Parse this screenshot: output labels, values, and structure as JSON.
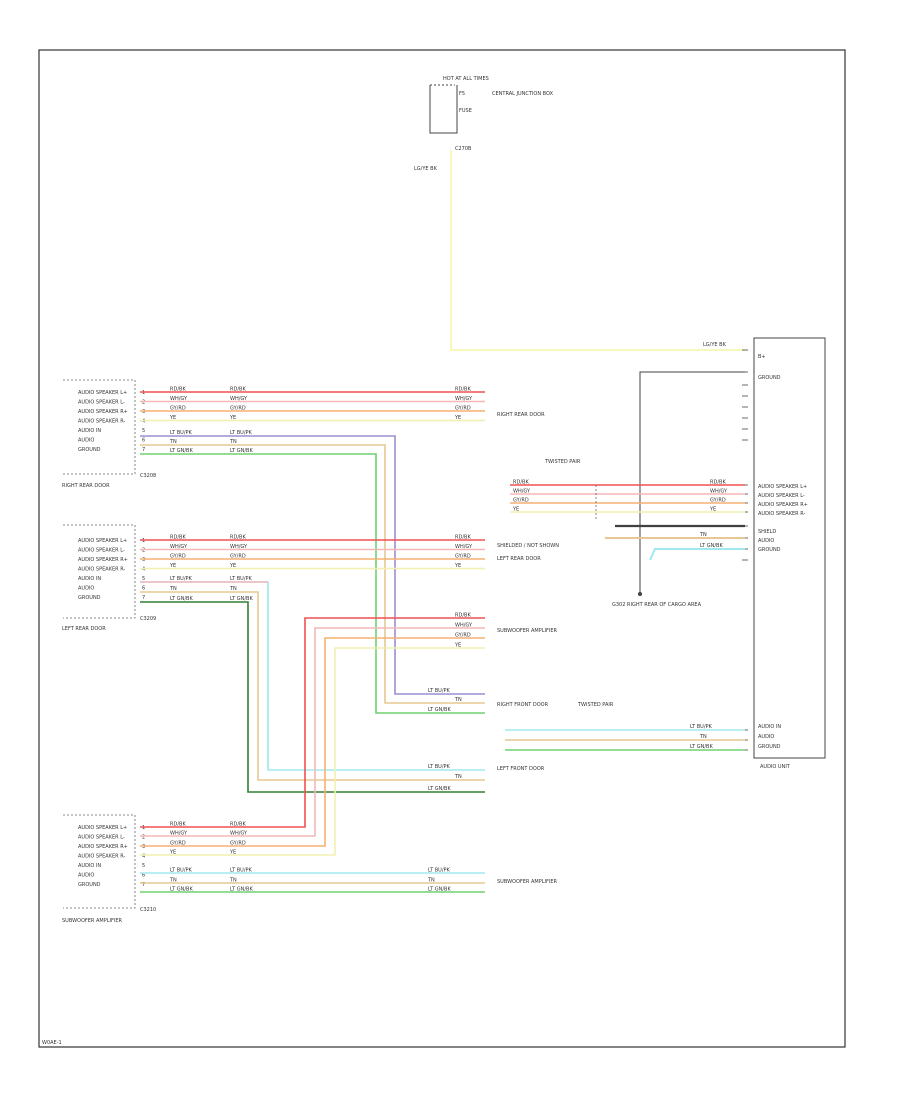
{
  "colors": {
    "frame": "#333333",
    "yellow": "#f5f5a0",
    "red": "#f05050",
    "pink": "#f4b8b8",
    "orange": "#f5b070",
    "lightyellow": "#f2f0b0",
    "purple": "#9890d0",
    "tan": "#e8c890",
    "green": "#70d070",
    "cyan": "#a0e8f0",
    "black": "#404040",
    "darkgreen": "#308030"
  },
  "labels": {
    "footer_code": "W0AE-1",
    "top_module_title": "HOT AT ALL TIMES",
    "top_module_desc": "CENTRAL JUNCTION BOX",
    "top_conn": "C270B",
    "top_wire": "LG/YE BK",
    "left1_conn": "C3208",
    "left1_caption": "RIGHT REAR DOOR",
    "left2_conn": "C3209",
    "left2_caption": "LEFT REAR DOOR",
    "left3_conn": "C3210",
    "left3_caption": "SUBWOOFER AMPLIFIER",
    "mid_right_rr": "RIGHT REAR DOOR",
    "mid_right_lr": "LEFT REAR DOOR",
    "mid_right_sub": "SUBWOOFER AMPLIFIER",
    "mid_right_rf": "RIGHT FRONT DOOR",
    "mid_right_lf": "LEFT FRONT DOOR",
    "mid_right_sub2": "SUBWOOFER AMPLIFIER",
    "twisted1": "TWISTED PAIR",
    "twisted2": "TWISTED PAIR",
    "ground_label": "G302 RIGHT REAR OF CARGO AREA",
    "right_module_caption": "AUDIO UNIT",
    "shield_label": "SHIELDED / NOT SHOWN"
  },
  "right_module_pins": [
    "B+",
    "GROUND",
    "",
    "",
    "",
    "",
    "",
    "",
    "AUDIO SPEAKER L+",
    "AUDIO SPEAKER L-",
    "AUDIO SPEAKER R+",
    "AUDIO SPEAKER R-",
    "SHIELD",
    "AUDIO",
    "GROUND",
    "",
    "AUDIO IN",
    "AUDIO",
    "GROUND"
  ],
  "left_block_pins": [
    "AUDIO SPEAKER L+",
    "AUDIO SPEAKER L-",
    "AUDIO SPEAKER R+",
    "AUDIO SPEAKER R-",
    "AUDIO IN",
    "AUDIO",
    "GROUND"
  ],
  "wire_codes": {
    "w1": "RD/BK",
    "w2": "WH/GY",
    "w3": "GY/RD",
    "w4": "YE",
    "w5": "LT BU/PK",
    "w6": "TN",
    "w7": "LT GN/BK"
  }
}
